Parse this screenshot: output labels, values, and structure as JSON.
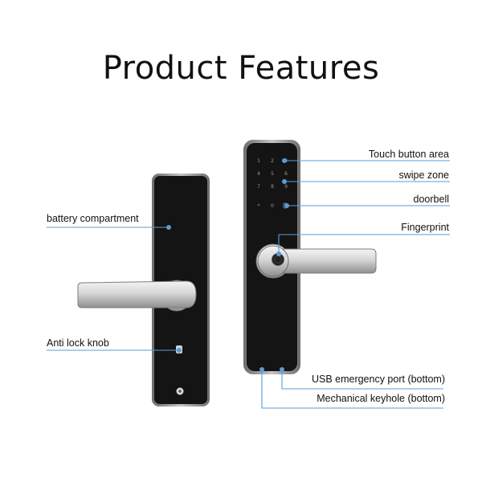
{
  "title": "Product Features",
  "callouts": {
    "touch_button_area": "Touch button area",
    "swipe_zone": "swipe zone",
    "doorbell": "doorbell",
    "fingerprint": "Fingerprint",
    "battery_compartment": "battery compartment",
    "anti_lock_knob": "Anti lock knob",
    "usb_port": "USB emergency port (bottom)",
    "mechanical_keyhole": "Mechanical keyhole (bottom)"
  },
  "keypad": {
    "keys": [
      "1",
      "2",
      "3",
      "4",
      "5",
      "6",
      "7",
      "8",
      "9",
      "*",
      "0",
      "#"
    ]
  },
  "colors": {
    "callout_line": "#5b9bd5",
    "device_body": "#151515",
    "handle_silver": "#d9d9d9"
  }
}
